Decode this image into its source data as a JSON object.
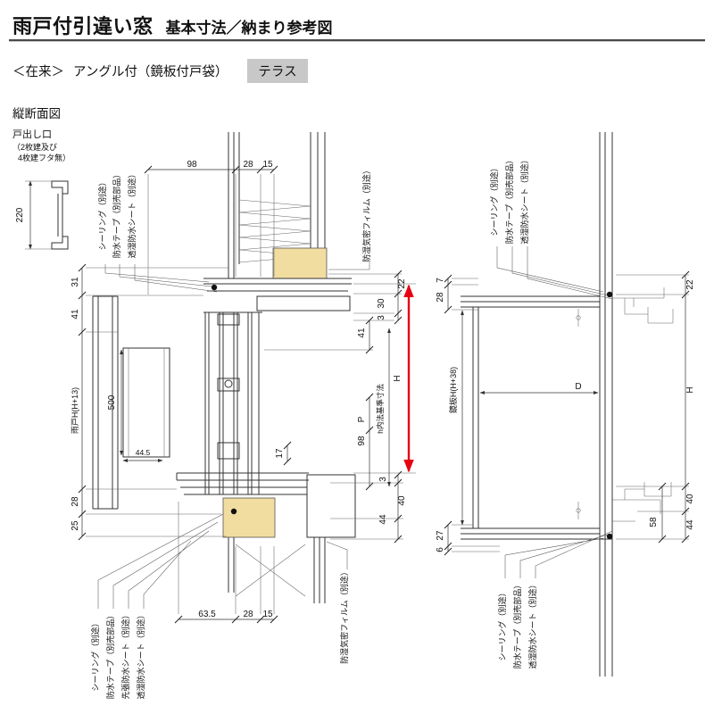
{
  "header": {
    "title": "雨戸付引違い窓",
    "subtitle": "基本寸法／納まり参考図"
  },
  "variant": {
    "construction": "＜在来＞",
    "spec": "アングル付（鏡板付戸袋）",
    "window_type": "テラス"
  },
  "section_label": "縦断面図",
  "door_outlet": {
    "title": "戸出し口",
    "note_line1": "（2枚建及び",
    "note_line2": "4枚建フタ無）",
    "dim_height": "220"
  },
  "left_drawing": {
    "labels_top": [
      "シーリング（別途）",
      "防水テープ（別売部品）",
      "透湿防水シート（別途）",
      "防湿気密フィルム（別途）"
    ],
    "labels_bottom": [
      "シーリング（別途）",
      "防水テープ（別売部品）",
      "先張防水シート（別途）",
      "透湿防水シート（別途）",
      "防湿気密フィルム（別途）"
    ],
    "dims_top": [
      "98",
      "28",
      "15"
    ],
    "dims_bottom": [
      "63.5",
      "28",
      "15"
    ],
    "dims_left": [
      "31",
      "41",
      "雨戸H(H+13)",
      "500",
      "44.5",
      "28",
      "25"
    ],
    "dims_right": [
      "22",
      "30",
      "3",
      "41",
      "H",
      "h内法基準寸法",
      "P",
      "98",
      "17",
      "3",
      "40",
      "44"
    ]
  },
  "right_drawing": {
    "labels_top": [
      "シーリング（別途）",
      "防水テープ（別売部品）",
      "透湿防水シート（別途）"
    ],
    "labels_bottom": [
      "シーリング（別途）",
      "防水テープ（別売部品）",
      "透湿防水シート（別途）"
    ],
    "dims": [
      "7",
      "28",
      "22",
      "D",
      "H",
      "鏡板H(H+38)",
      "27",
      "6",
      "58",
      "44",
      "40"
    ]
  },
  "colors": {
    "accent_red": "#e60012",
    "wood_fill": "#f2dda1",
    "chip_bg": "#c8c8c8"
  }
}
